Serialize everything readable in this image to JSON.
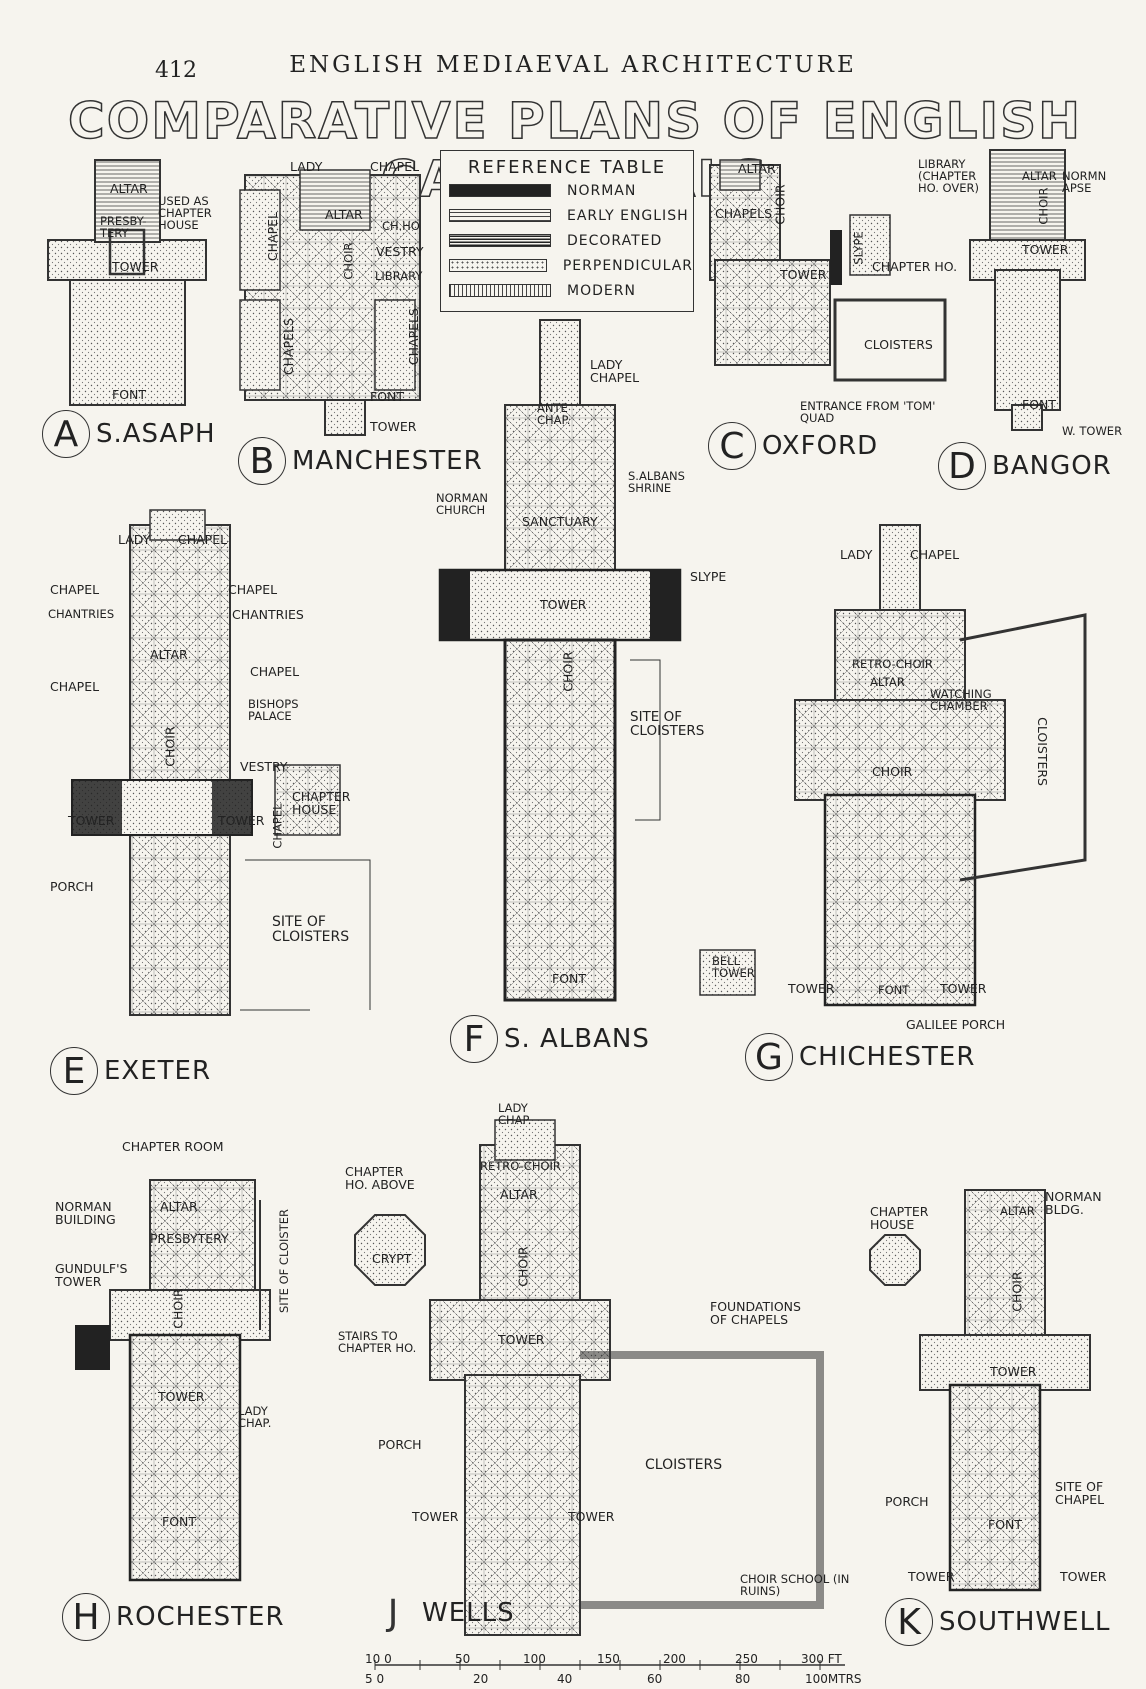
{
  "page": {
    "page_number": "412",
    "running_head": "ENGLISH MEDIAEVAL ARCHITECTURE",
    "title": "COMPARATIVE PLANS OF ENGLISH CATHEDRALS"
  },
  "colors": {
    "paper": "#f6f4ee",
    "ink": "#222222"
  },
  "reference_table": {
    "title": "REFERENCE TABLE",
    "rows": [
      {
        "label": "NORMAN",
        "hatch": "solid"
      },
      {
        "label": "EARLY ENGLISH",
        "hatch": "horizontal"
      },
      {
        "label": "DECORATED",
        "hatch": "dense-horizontal"
      },
      {
        "label": "PERPENDICULAR",
        "hatch": "stipple"
      },
      {
        "label": "MODERN",
        "hatch": "vertical"
      }
    ]
  },
  "plans": {
    "A": {
      "letter": "A",
      "name": "S.ASAPH",
      "labels": [
        "ALTAR",
        "USED AS CHAPTER HOUSE",
        "PRESBY-TERY",
        "TOWER",
        "FONT"
      ]
    },
    "B": {
      "letter": "B",
      "name": "MANCHESTER",
      "labels": [
        "LADY",
        "CHAPEL",
        "CHAPEL",
        "ALTAR",
        "CH.HO",
        "VESTRY",
        "CHOIR",
        "LIBRARY",
        "CHAPELS",
        "CHAPELS",
        "FONT",
        "TOWER"
      ]
    },
    "C": {
      "letter": "C",
      "name": "OXFORD",
      "labels": [
        "ALTAR",
        "CHAPELS",
        "CHOIR",
        "SLYPE",
        "CHAPTER HO.",
        "TOWER",
        "CLOISTERS",
        "ENTRANCE FROM 'TOM' QUAD"
      ]
    },
    "D": {
      "letter": "D",
      "name": "BANGOR",
      "labels": [
        "LIBRARY (CHAPTER HO. OVER)",
        "ALTAR",
        "NORMN APSE",
        "CHOIR",
        "TOWER",
        "FONT",
        "W. TOWER"
      ]
    },
    "E": {
      "letter": "E",
      "name": "EXETER",
      "labels": [
        "LADY",
        "CHAPEL",
        "CHAPEL",
        "CHAPEL",
        "CHANTRIES",
        "CHANTRIES",
        "ALTAR",
        "CHAPEL",
        "CHAPEL",
        "BISHOPS PALACE",
        "CHOIR",
        "VESTRY",
        "TOWER",
        "TOWER",
        "CHAPEL",
        "CHAPTER HOUSE",
        "PORCH",
        "SITE OF CLOISTERS"
      ]
    },
    "F": {
      "letter": "F",
      "name": "S. ALBANS",
      "labels": [
        "LADY CHAPEL",
        "ANTE CHAP.",
        "S.ALBANS SHRINE",
        "NORMAN CHURCH",
        "SANCTUARY",
        "SLYPE",
        "TOWER",
        "CHOIR",
        "SITE OF CLOISTERS",
        "FONT"
      ]
    },
    "G": {
      "letter": "G",
      "name": "CHICHESTER",
      "labels": [
        "LADY",
        "CHAPEL",
        "RETRO-CHOIR",
        "ALTAR",
        "WATCHING CHAMBER",
        "CLOISTERS",
        "CHOIR",
        "BELL TOWER",
        "TOWER",
        "FONT",
        "TOWER",
        "GALILEE PORCH"
      ]
    },
    "H": {
      "letter": "H",
      "name": "ROCHESTER",
      "labels": [
        "CHAPTER ROOM",
        "NORMAN BUILDING",
        "ALTAR",
        "PRESBYTERY",
        "GUNDULF'S TOWER",
        "SITE OF CLOISTER",
        "CHOIR",
        "TOWER",
        "LADY CHAP.",
        "FONT"
      ]
    },
    "J": {
      "letter": "J",
      "name": "WELLS",
      "labels": [
        "LADY CHAP.",
        "RETRO-CHOIR",
        "CHAPTER HO. ABOVE",
        "ALTAR",
        "CRYPT",
        "CHOIR",
        "FOUNDATIONS OF CHAPELS",
        "STAIRS TO CHAPTER HO.",
        "TOWER",
        "PORCH",
        "CLOISTERS",
        "TOWER",
        "TOWER",
        "CHOIR SCHOOL (IN RUINS)"
      ]
    },
    "K": {
      "letter": "K",
      "name": "SOUTHWELL",
      "labels": [
        "ALTAR",
        "NORMAN BLDG.",
        "CHAPTER HOUSE",
        "CHOIR",
        "TOWER",
        "PORCH",
        "SITE OF CHAPEL",
        "FONT",
        "TOWER",
        "TOWER"
      ]
    }
  },
  "scale_bar": {
    "feet_ticks": [
      "10 0",
      "50",
      "100",
      "150",
      "200",
      "250",
      "300 FT"
    ],
    "metre_ticks": [
      "5 0",
      "20",
      "40",
      "60",
      "80",
      "100MTRS"
    ]
  }
}
